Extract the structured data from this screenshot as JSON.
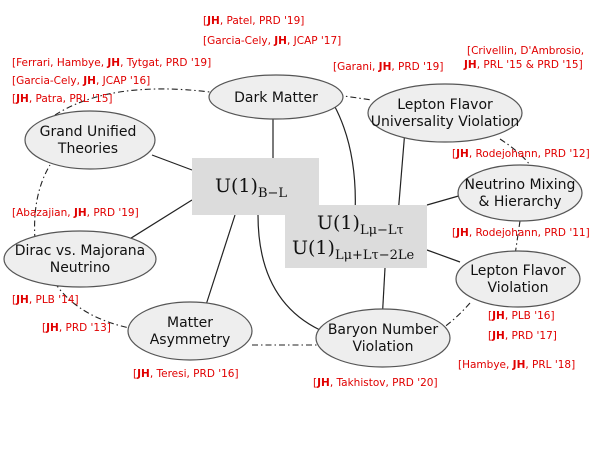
{
  "colors": {
    "ellipse_fill": "#eeeeee",
    "ellipse_stroke": "#555555",
    "symmetry_box": "#dcdcdc",
    "reference": "#e00000"
  },
  "symmetries": {
    "b_minus_l": {
      "base": "U(1)",
      "sub": "B−L"
    },
    "mu_tau": {
      "base": "U(1)",
      "sub": "Lμ−Lτ"
    },
    "mu_tau_e": {
      "base": "U(1)",
      "sub": "Lμ+Lτ−2Le"
    }
  },
  "nodes": {
    "dark_matter": [
      "Dark Matter"
    ],
    "lfuv": [
      "Lepton Flavor",
      "Universality Violation"
    ],
    "gut": [
      "Grand Unified",
      "Theories"
    ],
    "nu_mixing": [
      "Neutrino Mixing",
      "& Hierarchy"
    ],
    "dirac_majorana": [
      "Dirac vs. Majorana",
      "Neutrino"
    ],
    "lfv": [
      "Lepton Flavor",
      "Violation"
    ],
    "matter_asym": [
      "Matter",
      "Asymmetry"
    ],
    "baryon": [
      "Baryon Number",
      "Violation"
    ]
  },
  "refs": {
    "r1": {
      "pre": "[",
      "bold": "JH",
      "post": ", Patel, PRD '19]"
    },
    "r2": {
      "pre": "[Garcia-Cely, ",
      "bold": "JH",
      "post": ", JCAP '17]"
    },
    "r3": {
      "pre": "[Ferrari, Hambye, ",
      "bold": "JH",
      "post": ", Tytgat, PRD '19]"
    },
    "r4": {
      "pre": "[Garcia-Cely, ",
      "bold": "JH",
      "post": ", JCAP '16]"
    },
    "r5": {
      "pre": "[",
      "bold": "JH",
      "post": ", Patra, PRL '15]"
    },
    "r6": {
      "pre": "[Garani, ",
      "bold": "JH",
      "post": ", PRD '19]"
    },
    "r7": {
      "pre": "[Crivellin, D'Ambrosio,",
      "bold": "",
      "post": ""
    },
    "r8": {
      "pre": "",
      "bold": "JH",
      "post": ", PRL '15 & PRD '15]"
    },
    "r9": {
      "pre": "[",
      "bold": "JH",
      "post": ", Rodejohann, PRD '12]"
    },
    "r10": {
      "pre": "[Abazajian, ",
      "bold": "JH",
      "post": ", PRD '19]"
    },
    "r11": {
      "pre": "[",
      "bold": "JH",
      "post": ", Rodejohann, PRD '11]"
    },
    "r12": {
      "pre": "[",
      "bold": "JH",
      "post": ", PLB '14]"
    },
    "r13": {
      "pre": "[",
      "bold": "JH",
      "post": ", PRD '13]"
    },
    "r14": {
      "pre": "[",
      "bold": "JH",
      "post": ", PLB '16]"
    },
    "r15": {
      "pre": "[",
      "bold": "JH",
      "post": ", PRD '17]"
    },
    "r16": {
      "pre": "[Hambye, ",
      "bold": "JH",
      "post": ", PRL '18]"
    },
    "r17": {
      "pre": "[",
      "bold": "JH",
      "post": ", Teresi, PRD '16]"
    },
    "r18": {
      "pre": "[",
      "bold": "JH",
      "post": ", Takhistov, PRD '20]"
    }
  }
}
